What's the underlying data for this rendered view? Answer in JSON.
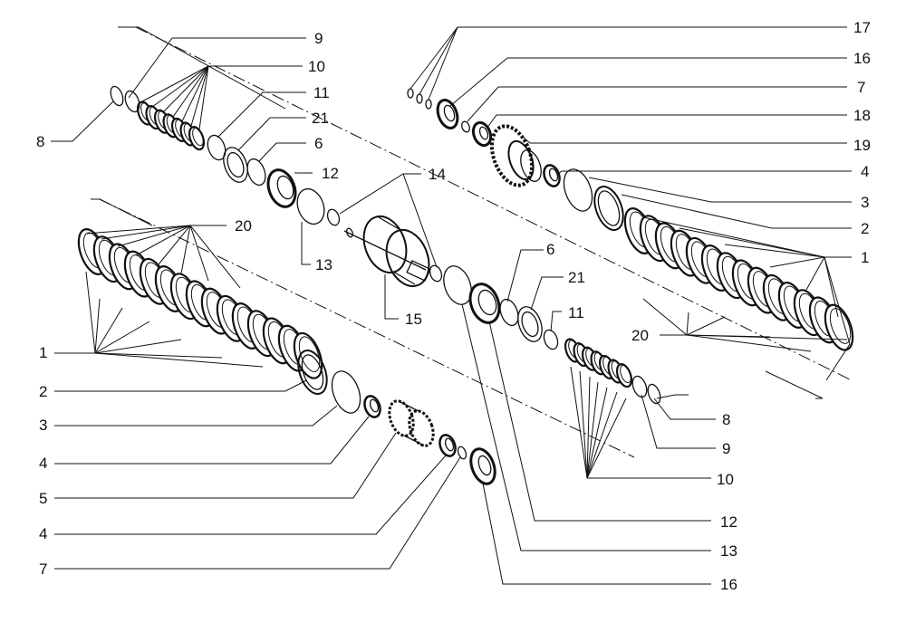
{
  "diagram": {
    "callouts": {
      "c8a": "8",
      "c9a": "9",
      "c10a": "10",
      "c11a": "11",
      "c21a": "21",
      "c6a": "6",
      "c12a": "12",
      "c13a": "13",
      "c14": "14",
      "c15": "15",
      "c20a": "20",
      "c1a": "1",
      "c2a": "2",
      "c3a": "3",
      "c4a": "4",
      "c5": "5",
      "c4b": "4",
      "c7a": "7",
      "c17": "17",
      "c16a": "16",
      "c7b": "7",
      "c18": "18",
      "c19": "19",
      "c4c": "4",
      "c3b": "3",
      "c2b": "2",
      "c1b": "1",
      "c6b": "6",
      "c21b": "21",
      "c11b": "11",
      "c20b": "20",
      "c8b": "8",
      "c9b": "9",
      "c10b": "10",
      "c12b": "12",
      "c13b": "13",
      "c16b": "16"
    }
  }
}
